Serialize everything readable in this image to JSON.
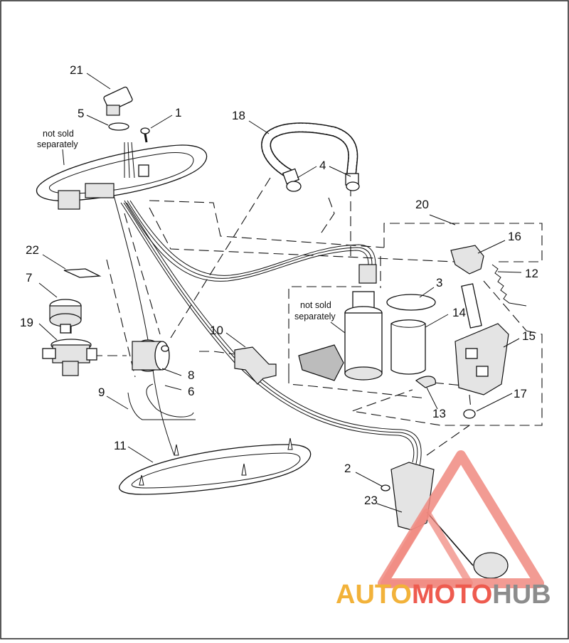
{
  "callouts": [
    {
      "id": "c1",
      "label": "1"
    },
    {
      "id": "c2",
      "label": "2"
    },
    {
      "id": "c3",
      "label": "3"
    },
    {
      "id": "c4",
      "label": "4"
    },
    {
      "id": "c5",
      "label": "5"
    },
    {
      "id": "c6",
      "label": "6"
    },
    {
      "id": "c7",
      "label": "7"
    },
    {
      "id": "c8",
      "label": "8"
    },
    {
      "id": "c9",
      "label": "9"
    },
    {
      "id": "c10",
      "label": "10"
    },
    {
      "id": "c11",
      "label": "11"
    },
    {
      "id": "c12",
      "label": "12"
    },
    {
      "id": "c13",
      "label": "13"
    },
    {
      "id": "c14",
      "label": "14"
    },
    {
      "id": "c15",
      "label": "15"
    },
    {
      "id": "c16",
      "label": "16"
    },
    {
      "id": "c17",
      "label": "17"
    },
    {
      "id": "c18",
      "label": "18"
    },
    {
      "id": "c19",
      "label": "19"
    },
    {
      "id": "c20",
      "label": "20"
    },
    {
      "id": "c21",
      "label": "21"
    },
    {
      "id": "c22",
      "label": "22"
    },
    {
      "id": "c23",
      "label": "23"
    }
  ],
  "notes": {
    "top": [
      "not sold",
      "separately"
    ],
    "pump": [
      "not sold",
      "separately"
    ]
  },
  "watermark": {
    "part1": "AUTO",
    "part2": "MOTO",
    "part3": "HUB",
    "colors": {
      "auto": "#f2b23a",
      "moto": "#ee5b4f",
      "hub": "#8c8c8c",
      "triangle": "#f08a80"
    }
  }
}
